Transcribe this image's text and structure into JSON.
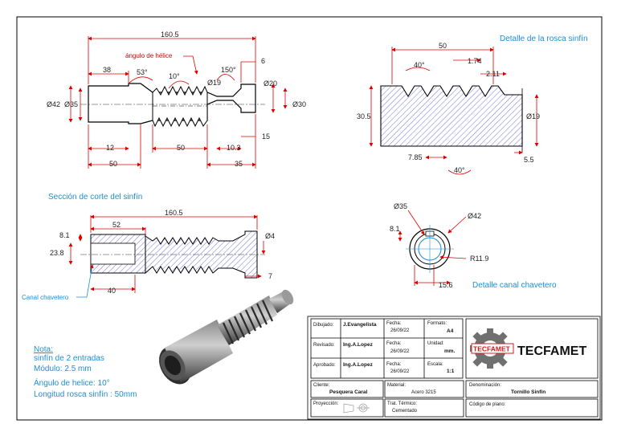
{
  "main_view": {
    "dims": {
      "overall_length": "160.5",
      "len_38": "38",
      "len_6": "6",
      "angle_53": "53°",
      "helix_label": "ángulo de hélice",
      "helix_angle": "10°",
      "angle_150": "150°",
      "dia_19": "Ø19",
      "dia_20": "Ø20",
      "dia_42": "Ø42",
      "dia_35": "Ø35",
      "dia_30": "Ø30",
      "len_15": "15",
      "len_12": "12",
      "len_50": "50",
      "len_10_3": "10.3",
      "len_50b": "50",
      "len_35": "35"
    }
  },
  "thread_detail": {
    "title": "Detalle de la rosca sinfín",
    "dims": {
      "len_50": "50",
      "angle_40": "40°",
      "len_1_74": "1.74",
      "len_2_11": "2.11",
      "height_30_5": "30.5",
      "dia_19": "Ø19",
      "len_7_85": "7.85",
      "angle_40b": "40°",
      "len_5_5": "5.5"
    }
  },
  "section_view": {
    "title": "Sección de corte del sinfín",
    "dims": {
      "overall_length": "160.5",
      "len_52": "52",
      "len_8_1": "8.1",
      "len_23_8": "23.8",
      "dia_4": "Ø4",
      "len_40": "40",
      "len_7": "7"
    },
    "callout": "Canal chavetero"
  },
  "keyway_detail": {
    "title": "Detalle canal chavetero",
    "dims": {
      "dia_35": "Ø35",
      "dia_42": "Ø42",
      "len_8_1": "8.1",
      "radius": "R11.9",
      "len_15_6": "15.6"
    }
  },
  "note": {
    "heading": "Nota:",
    "lines": [
      "sinfín de 2 entradas",
      "Módulo: 2.5 mm",
      "Ángulo de helice: 10°",
      "Longitud rosca sinfín : 50mm"
    ]
  },
  "title_block": {
    "drawn_label": "Dibujado:",
    "drawn_value": "J.Evangelista",
    "date1_label": "Fecha:",
    "date1_value": "26/09/22",
    "format_label": "Formato:",
    "format_value": "A4",
    "reviewed_label": "Revisado:",
    "reviewed_value": "Ing.A.Lopez",
    "date2_label": "Fecha:",
    "date2_value": "26/09/22",
    "unit_label": "Unidad:",
    "unit_value": "mm.",
    "approved_label": "Aprobado:",
    "approved_value": "Ing.A.Lopez",
    "date3_label": "Fecha:",
    "date3_value": "26/09/22",
    "scale_label": "Escala:",
    "scale_value": "1:1",
    "client_label": "Cliente:",
    "client_value": "Pesquera Caral",
    "material_label": "Material:",
    "material_value": "Acero 3215",
    "denomination_label": "Denominación:",
    "denomination_value": "Tornillo Sinfín",
    "projection_label": "Proyección:",
    "treatment_label": "Trat. Térmico:",
    "treatment_value": "Cementado",
    "plan_code_label": "Código de plano:",
    "logo_badge": "TECFAMET",
    "logo_text": "TECFAMET"
  },
  "colors": {
    "dimension": "#dd0000",
    "hatch": "#3a34c8",
    "annotation_blue": "#1c8fd6",
    "logo_red": "#c8201e",
    "gear_gray": "#707070"
  }
}
